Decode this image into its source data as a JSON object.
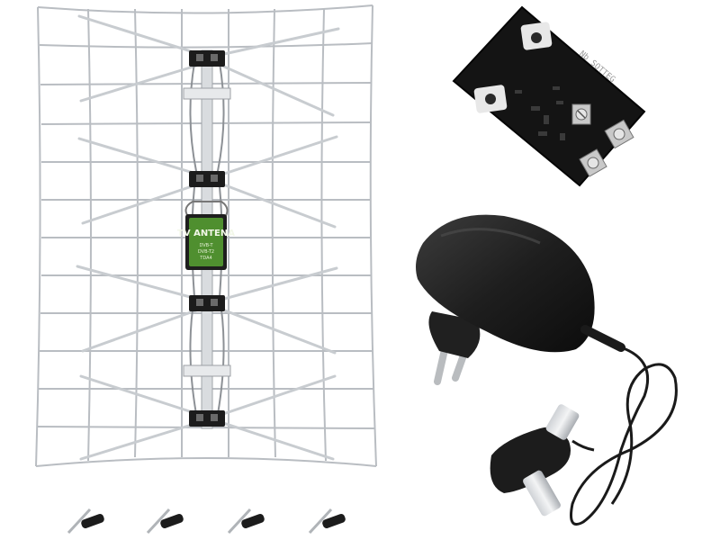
{
  "amplifier_label": {
    "title": "TV ANTENA",
    "lines": [
      "DVB-T",
      "DVB-T2",
      "TDA4"
    ]
  },
  "board_marking": "Nb SOTTEG",
  "colors": {
    "background": "#ffffff",
    "wire": "#b9bdc2",
    "plastic": "#1c1c1c",
    "label_green": "#4f8f2f",
    "pcb": "#141414",
    "pad": "#e8e8e8",
    "brass": "#c9c9c9"
  },
  "items": [
    "antenna-grid",
    "amplifier-board",
    "power-adapter",
    "coax-cable",
    "coax-splitter-plug",
    "mounting-screws"
  ]
}
